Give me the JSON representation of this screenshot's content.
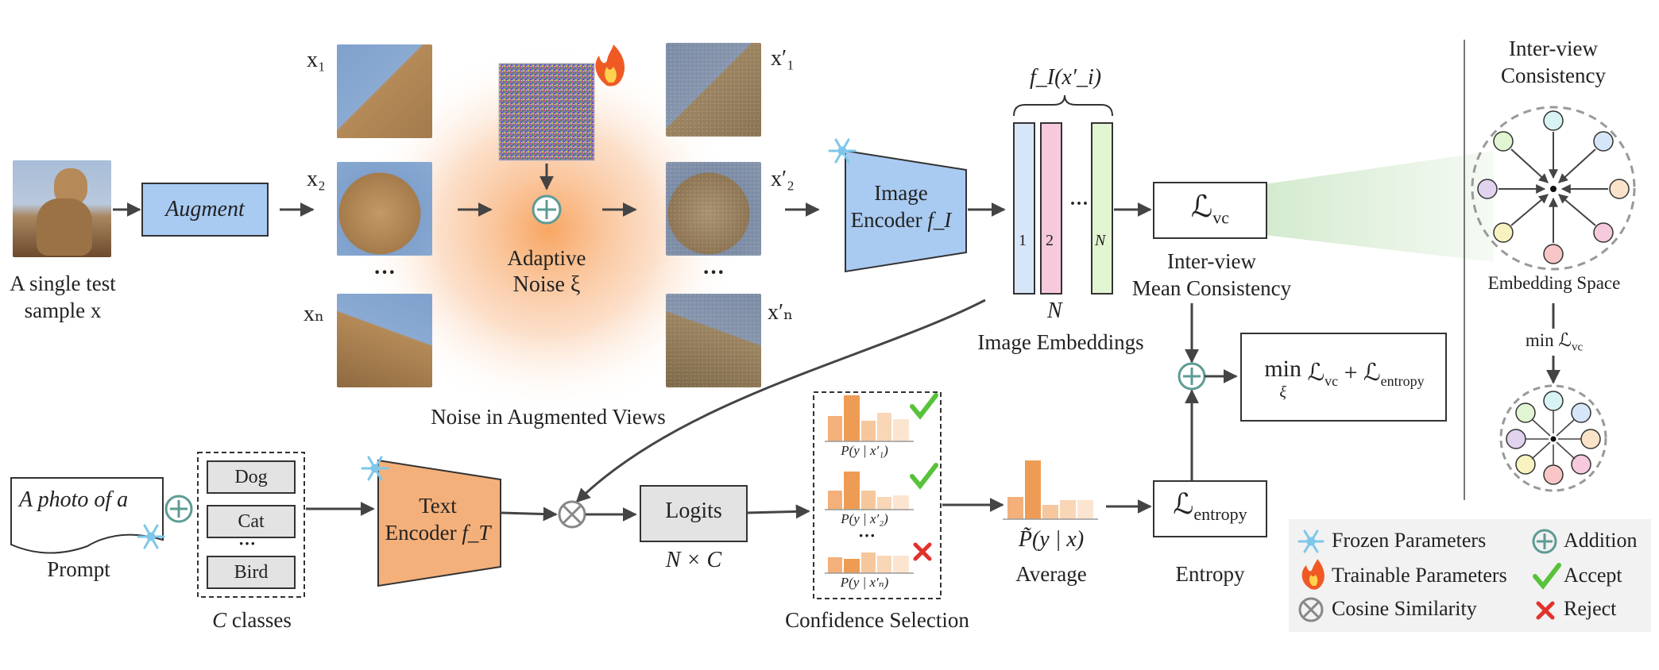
{
  "colors": {
    "blue_fill": "#a9cbf2",
    "orange_fill": "#f4b07a",
    "orange_glow": "#f7a15a",
    "pink": "#f6c9dc",
    "green_light": "#e2f5d2",
    "grey_box": "#e3e3e3",
    "teal": "#5d9b94",
    "accept_green": "#57c23a",
    "reject_red": "#e2322d",
    "snow_blue": "#7ec7ea",
    "flame": "#ef5a24"
  },
  "input": {
    "caption_line1": "A single test",
    "caption_line2": "sample x",
    "augment_label": "Augment"
  },
  "views": {
    "x1": "x₁",
    "x2": "x₂",
    "xn": "xₙ",
    "dots": "···",
    "x1p": "x′₁",
    "x2p": "x′₂",
    "xnp": "x′ₙ",
    "caption": "Noise in Augmented Views"
  },
  "noise": {
    "line1": "Adaptive",
    "line2": "Noise ξ"
  },
  "image_encoder": {
    "line1": "Image",
    "line2": "Encoder",
    "symbol": "f_I"
  },
  "embeddings": {
    "brace_label": "f_I(x′_i)",
    "bar1": "1",
    "bar2": "2",
    "barn": "N",
    "dots": "···",
    "n_label": "N",
    "caption": "Image Embeddings"
  },
  "loss_vc": {
    "symbol": "ℒ",
    "subscript": "vc",
    "caption_line1": "Inter-view",
    "caption_line2": "Mean Consistency"
  },
  "objective": {
    "min": "min",
    "sub": "ξ",
    "expr_a": "ℒ",
    "expr_a_sub": "vc",
    "plus": "+",
    "expr_b": "ℒ",
    "expr_b_sub": "entropy"
  },
  "consistency_panel": {
    "title_line1": "Inter-view",
    "title_line2": "Consistency",
    "space_label": "Embedding Space",
    "arrow_label": "min ℒ",
    "arrow_label_sub": "vc"
  },
  "prompt": {
    "text": "A photo of a",
    "caption": "Prompt"
  },
  "classes": {
    "items": [
      "Dog",
      "Cat",
      "Bird"
    ],
    "dots": "···",
    "caption_c": "C",
    "caption_rest": " classes"
  },
  "text_encoder": {
    "line1": "Text",
    "line2": "Encoder",
    "symbol": "f_T"
  },
  "logits": {
    "label": "Logits",
    "dims": "N × C"
  },
  "selection": {
    "p1": "P(y | x′₁)",
    "p2": "P(y | x′₂)",
    "pn": "P(y | x′ₙ)",
    "dots": "···",
    "caption": "Confidence Selection"
  },
  "average": {
    "formula": "P̃(y | x)",
    "caption": "Average"
  },
  "entropy": {
    "symbol": "ℒ",
    "subscript": "entropy",
    "caption": "Entropy"
  },
  "legend": {
    "frozen": "Frozen Parameters",
    "trainable": "Trainable Parameters",
    "cosine": "Cosine Similarity",
    "addition": "Addition",
    "accept": "Accept",
    "reject": "Reject"
  }
}
